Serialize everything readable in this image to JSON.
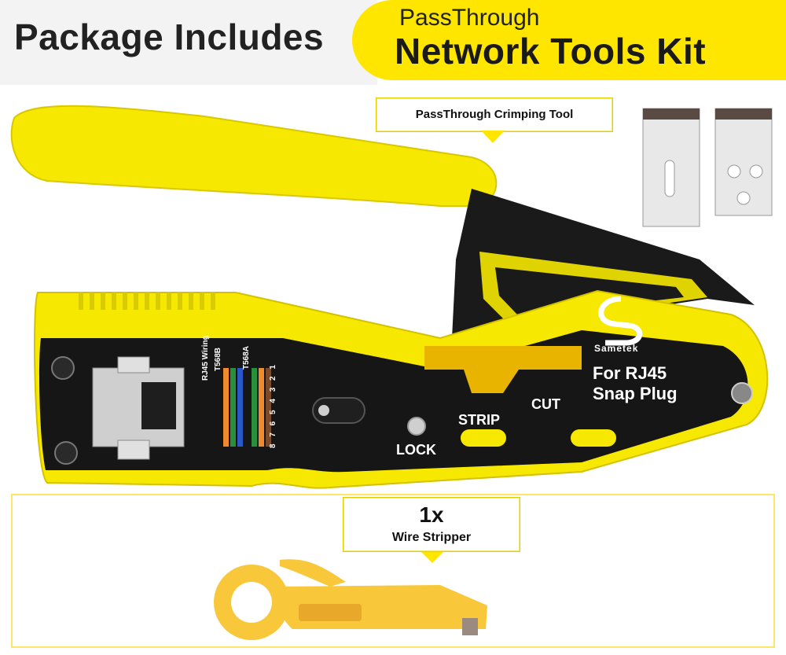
{
  "header": {
    "left_title": "Package Includes",
    "right_subtitle": "PassThrough",
    "right_title": "Network Tools Kit"
  },
  "crimper": {
    "callout": "PassThrough Crimping Tool",
    "brand": "Sametek",
    "plug_line1": "For RJ45",
    "plug_line2": "Snap Plug",
    "cut": "CUT",
    "strip": "STRIP",
    "lock": "LOCK",
    "wiring_title": "RJ45 Wiring",
    "wiring_b": "T568B",
    "wiring_a": "T568A",
    "pins": "8 7 6 5 4 3 2 1"
  },
  "stripper": {
    "qty": "1x",
    "label": "Wire Stripper"
  },
  "colors": {
    "accent_yellow": "#ffe600",
    "tool_yellow": "#f6e800",
    "tool_black": "#161616",
    "header_gray": "#f3f3f3"
  }
}
